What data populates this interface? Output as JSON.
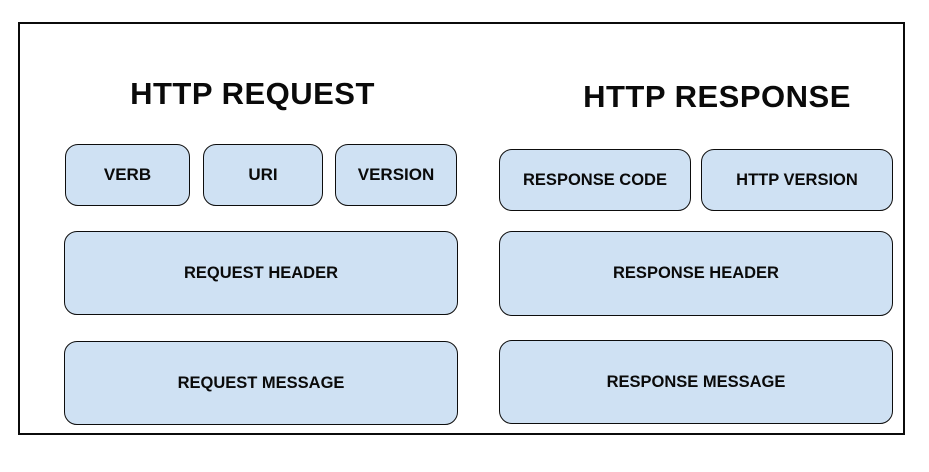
{
  "diagram": {
    "background_color": "#ffffff",
    "frame_border_color": "#0b0b0b",
    "node_fill_color": "#cfe1f3",
    "node_border_color": "#0d0d0d",
    "text_color": "#0a0a0a",
    "columns": [
      {
        "id": "http-request",
        "title": "HTTP REQUEST",
        "rows": [
          {
            "id": "request-line",
            "nodes": [
              {
                "id": "verb",
                "label": "VERB"
              },
              {
                "id": "uri",
                "label": "URI"
              },
              {
                "id": "version",
                "label": "VERSION"
              }
            ]
          },
          {
            "id": "request-header-row",
            "nodes": [
              {
                "id": "request-header",
                "label": "REQUEST HEADER"
              }
            ]
          },
          {
            "id": "request-message-row",
            "nodes": [
              {
                "id": "request-message",
                "label": "REQUEST MESSAGE"
              }
            ]
          }
        ]
      },
      {
        "id": "http-response",
        "title": "HTTP RESPONSE",
        "rows": [
          {
            "id": "status-line",
            "nodes": [
              {
                "id": "response-code",
                "label": "RESPONSE CODE"
              },
              {
                "id": "http-version",
                "label": "HTTP VERSION"
              }
            ]
          },
          {
            "id": "response-header-row",
            "nodes": [
              {
                "id": "response-header",
                "label": "RESPONSE HEADER"
              }
            ]
          },
          {
            "id": "response-message-row",
            "nodes": [
              {
                "id": "response-message",
                "label": "RESPONSE MESSAGE"
              }
            ]
          }
        ]
      }
    ]
  }
}
